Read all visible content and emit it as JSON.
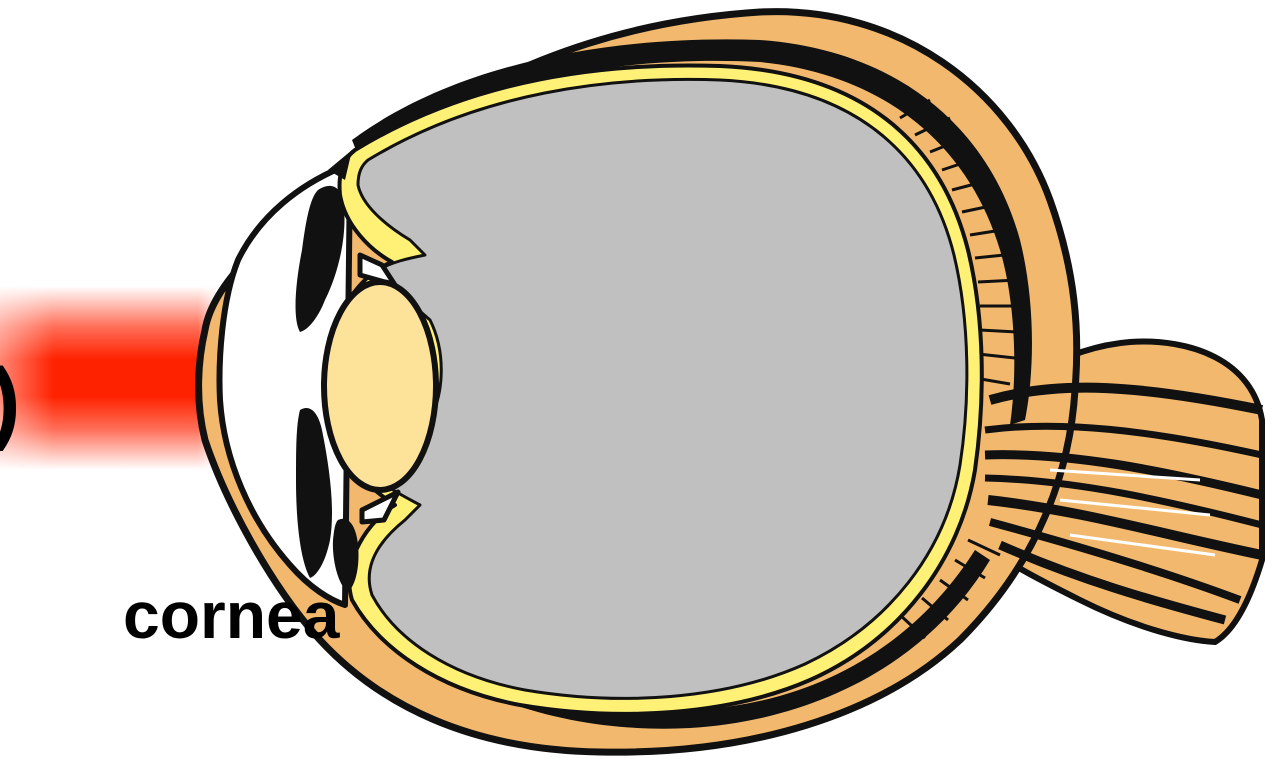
{
  "diagram": {
    "labels": {
      "cornea": "cornea",
      "cut_off_text": ")"
    },
    "colors": {
      "light_beam": "#ff2200",
      "sclera": "#f2b96e",
      "outline": "#111111",
      "retina": "#fff176",
      "vitreous": "#c0c0c0",
      "lens": "#fde29a",
      "background": "#ffffff"
    },
    "parts": [
      "light-beam",
      "sclera",
      "choroid",
      "retina",
      "vitreous-humor",
      "lens",
      "iris",
      "ciliary-body",
      "optic-nerve",
      "cornea"
    ]
  }
}
